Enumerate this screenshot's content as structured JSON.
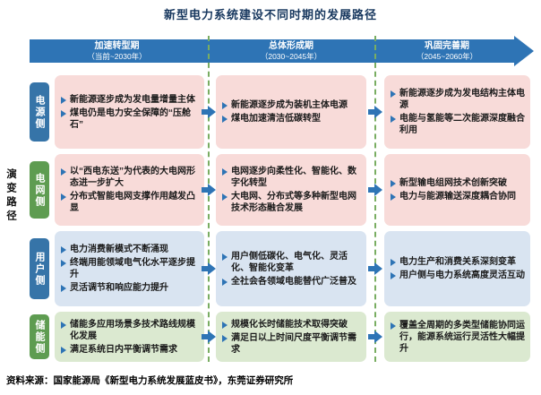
{
  "title": "新型电力系统建设不同时期的发展路径",
  "side_label": "演变路径",
  "phases": [
    {
      "name": "加速转型期",
      "period": "（当前~2030年）"
    },
    {
      "name": "总体形成期",
      "period": "（2030~2045年）"
    },
    {
      "name": "巩固完善期",
      "period": "（2045~2060年）"
    }
  ],
  "icons": {
    "bullet": "right-triangle-arrow",
    "flow": "right-block-arrow"
  },
  "colors": {
    "timeline_arrow": "#2e74b5",
    "label_blue": "#3674a8",
    "label_green": "#5e9c51",
    "cell_pink": "#f8dbd9",
    "cell_blue": "#d9e4f1",
    "cell_green": "#dbe9d0",
    "dashed_separator": "#79ad62",
    "title_text": "#17375e"
  },
  "rows": [
    {
      "label": "电源侧",
      "cells": [
        [
          "新能源逐步成为发电量增量主体",
          "煤电仍是电力安全保障的“压舱石”"
        ],
        [
          "新能源逐步成为装机主体电源",
          "煤电加速清洁低碳转型"
        ],
        [
          "新能源逐步成为发电结构主体电源",
          "电能与氢能等二次能源深度融合利用"
        ]
      ]
    },
    {
      "label": "电网侧",
      "cells": [
        [
          "以“西电东送”为代表的大电网形态进一步扩大",
          "分布式智能电网支撑作用越发凸显"
        ],
        [
          "电网逐步向柔性化、智能化、数字化转型",
          "大电网、分布式等多种新型电网技术形态融合发展"
        ],
        [
          "新型输电组网技术创新突破",
          "电力与能源输送深度耦合协同"
        ]
      ]
    },
    {
      "label": "用户侧",
      "cells": [
        [
          "电力消费新模式不断涌现",
          "终端用能领域电气化水平逐步提升",
          "灵活调节和响应能力提升"
        ],
        [
          "用户侧低碳化、电气化、灵活化、智能化变革",
          "全社会各领域电能替代广泛普及"
        ],
        [
          "电力生产和消费关系深刻变革",
          "用户侧与电力系统高度灵活互动"
        ]
      ]
    },
    {
      "label": "储能侧",
      "cells": [
        [
          "储能多应用场景多技术路线规模化发展",
          "满足系统日内平衡调节需求"
        ],
        [
          "规模化长时储能技术取得突破",
          "满足日以上时间尺度平衡调节需求"
        ],
        [
          "覆盖全周期的多类型储能协同运行，能源系统运行灵活性大幅提升"
        ]
      ]
    }
  ],
  "source": "资料来源：国家能源局《新型电力系统发展蓝皮书》，东莞证券研究所"
}
